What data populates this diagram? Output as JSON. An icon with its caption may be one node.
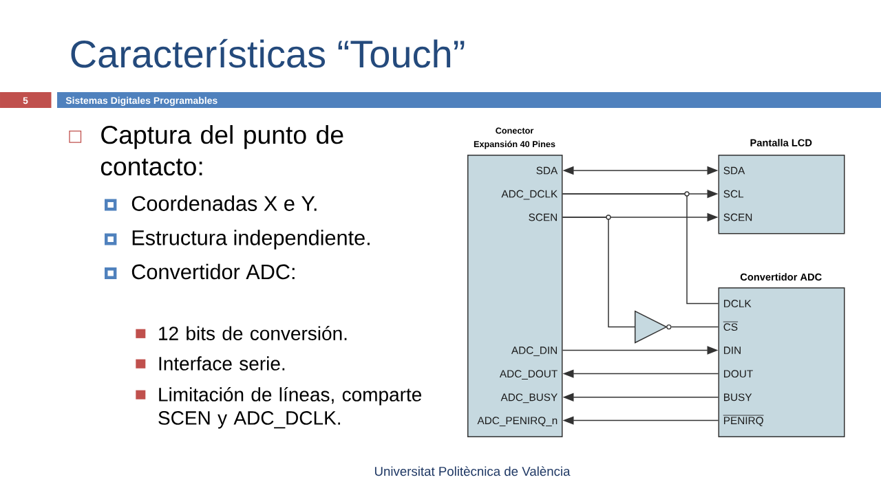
{
  "diagram": {
    "title": "Características “Touch”",
    "nodes": [
      {
        "text": [
          "Conector Expansión 40 Pines"
        ]
      },
      {
        "text": [
          "SDA"
        ],
        "in": 0
      },
      {
        "text": [
          "ADC_DCLK"
        ],
        "in": 0
      },
      {
        "text": [
          "SCEN"
        ],
        "in": 0
      },
      {
        "text": [
          "ADC_DIN"
        ],
        "in": 0
      },
      {
        "text": [
          "ADC_DOUT"
        ],
        "in": 0
      },
      {
        "text": [
          "ADC_BUSY"
        ],
        "in": 0
      },
      {
        "text": [
          "ADC_PENIRQ_n"
        ],
        "in": 0
      },
      {
        "text": [
          "Pantalla LCD"
        ]
      },
      {
        "text": [
          "SDA"
        ],
        "in": 8
      },
      {
        "text": [
          "SCL"
        ],
        "in": 8
      },
      {
        "text": [
          "SCEN"
        ],
        "in": 8
      },
      {
        "text": [
          "Convertidor ADC"
        ]
      },
      {
        "text": [
          "DCLK"
        ],
        "in": 12
      },
      {
        "text": [
          "CS"
        ],
        "in": 12
      },
      {
        "text": [
          "DIN"
        ],
        "in": 12
      },
      {
        "text": [
          "DOUT"
        ],
        "in": 12
      },
      {
        "text": [
          "BUSY"
        ],
        "in": 12
      },
      {
        "text": [
          "PENIRQ"
        ],
        "in": 12
      },
      {
        "text": [],
        "shape": "triangle"
      }
    ],
    "edges": [
      {
        "from": 1,
        "to": 9,
        "arrow": "both"
      },
      {
        "from": 2,
        "to": 10,
        "arrow": "to"
      },
      {
        "from": 2,
        "to": 13,
        "arrow": "none"
      },
      {
        "from": 3,
        "to": 11,
        "arrow": "to"
      },
      {
        "from": 3,
        "to": 19,
        "arrow": "none"
      },
      {
        "from": 19,
        "to": 14,
        "arrow": "none"
      },
      {
        "from": 4,
        "to": 15,
        "arrow": "to"
      },
      {
        "from": 16,
        "to": 5,
        "arrow": "to"
      },
      {
        "from": 17,
        "to": 6,
        "arrow": "to"
      },
      {
        "from": 18,
        "to": 7,
        "arrow": "to"
      }
    ],
    "labels": [
      "5",
      "Sistemas Digitales Programables",
      "Captura del punto de contacto:",
      "Coordenadas X e Y.",
      "Estructura independiente.",
      "Convertidor ADC:",
      "12 bits de conversión.",
      "Interface serie.",
      "Limitación de líneas, comparte SCEN y ADC_DCLK.",
      "Universitat Politècnica de València"
    ]
  }
}
